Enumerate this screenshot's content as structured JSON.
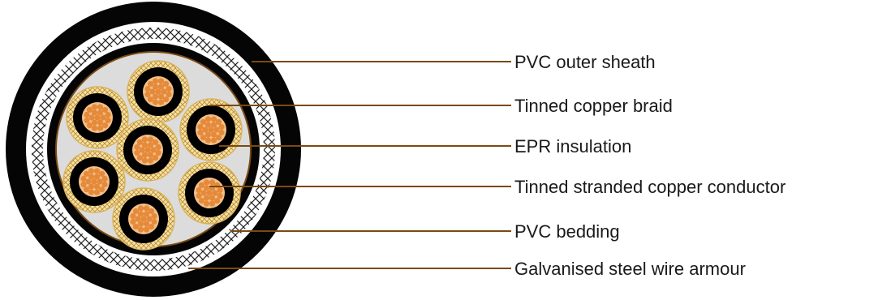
{
  "labels": [
    "PVC outer sheath",
    "Tinned copper braid",
    "EPR insulation",
    "Tinned stranded copper conductor",
    "PVC bedding",
    "Galvanised steel wire armour"
  ],
  "colors": {
    "outer_sheath": "#050505",
    "armour_white": "#ffffff",
    "bedding": "#7a4a12",
    "filler": "#dcdcdc",
    "copper": "#e58a3a",
    "braid": "#d8b25a",
    "insulation": "#000000",
    "leader": "#7a4a12"
  }
}
